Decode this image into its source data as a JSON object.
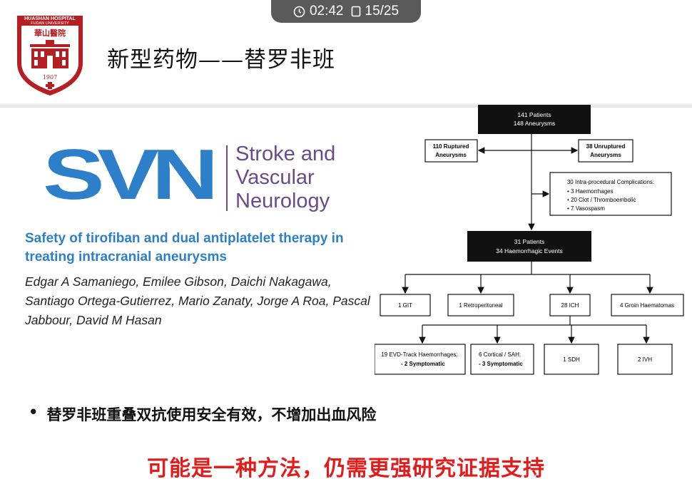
{
  "toolbar": {
    "timer": "02:42",
    "slide_counter": "15/25"
  },
  "logo": {
    "top_text_1": "HUASHAN HOSPITAL",
    "top_text_2": "FUDAN UNIVERSITY",
    "name_cn": "華山醫院",
    "year": "1907"
  },
  "slide": {
    "title": "新型药物——替罗非班",
    "journal": {
      "abbr": "SVN",
      "name_lines": [
        "Stroke and",
        "Vascular",
        "Neurology"
      ]
    },
    "paper_title": "Safety of tirofiban and dual antiplatelet therapy in treating intracranial aneurysms",
    "authors": "Edgar A Samaniego, Emilee Gibson, Daichi Nakagawa, Santiago Ortega-Gutierrez, Mario Zanaty, Jorge A Roa, Pascal Jabbour, David M Hasan",
    "bullet": "替罗非班重叠双抗使用安全有效，不增加出血风险",
    "conclusion": "可能是一种方法，仍需更强研究证据支持"
  },
  "flowchart": {
    "top": [
      "141 Patients",
      "148 Aneurysms"
    ],
    "ruptured": [
      "110 Ruptured",
      "Aneurysms"
    ],
    "unruptured": [
      "38 Unruptured",
      "Aneurysms"
    ],
    "complications_title": "30 Intra-procedural Complications:",
    "complications": [
      "3 Haemorrhages",
      "20 Clot / Thromboembolic",
      "7 Vasospasm"
    ],
    "mid": [
      "31 Patients",
      "34 Haemorrhagic Events"
    ],
    "level2": [
      "1 GIT",
      "1 Retroperitoneal",
      "28 ICH",
      "4 Groin Haematomas"
    ],
    "level3": [
      {
        "line1": "19 EVD-Track Haemorrhages:",
        "line2": "- 2 Symptomatic"
      },
      {
        "line1": "6 Cortical / SAH:",
        "line2": "- 3 Symptomatic"
      },
      {
        "line1": "1 SDH",
        "line2": ""
      },
      {
        "line1": "2 IVH",
        "line2": ""
      }
    ]
  },
  "colors": {
    "accent_blue": "#2d7fc9",
    "journal_purple": "#6a4a8a",
    "conclusion_red": "#e31b1b",
    "logo_red": "#b51e23"
  }
}
